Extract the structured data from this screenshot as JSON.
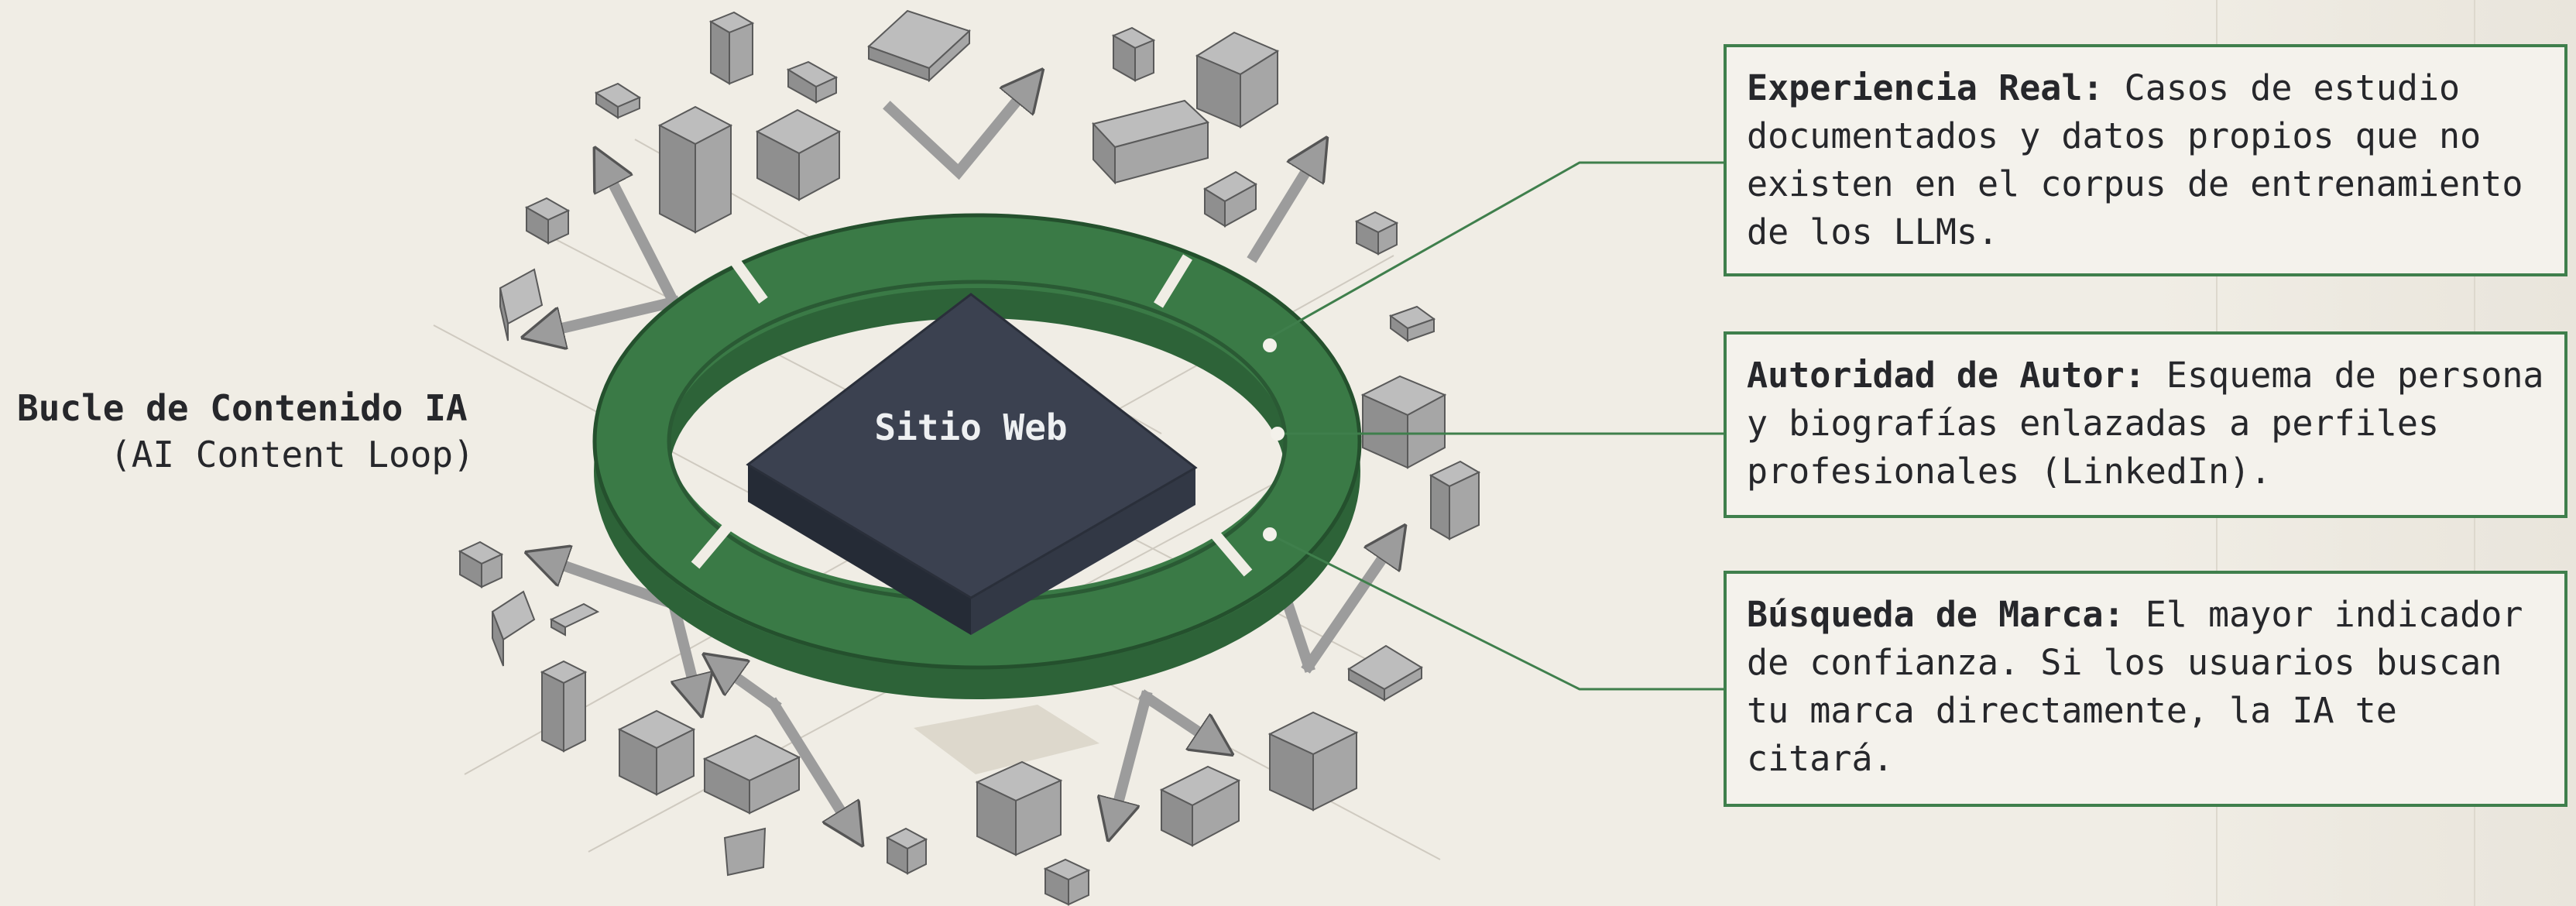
{
  "diagram": {
    "center_label": "Sitio Web",
    "loop_title": "Bucle de Contenido IA",
    "loop_subtitle": "(AI Content Loop)"
  },
  "cards": [
    {
      "heading": "Experiencia Real:",
      "body": "Casos de estudio documentados y datos propios que no existen en el corpus de entrenamiento de los LLMs."
    },
    {
      "heading": "Autoridad de Autor:",
      "body": "Esquema de persona y biografías enlazadas a perfiles profesionales (LinkedIn)."
    },
    {
      "heading": "Búsqueda de Marca:",
      "body": "El mayor indicador de confianza. Si los usuarios buscan tu marca directamente, la IA te citará."
    }
  ],
  "colors": {
    "background": "#f0ede5",
    "ring_green": "#3a7a46",
    "ring_green_dark": "#2d6338",
    "center_block": "#3b4150",
    "debris_gray": "#9c9c9c",
    "connector_green": "#3f7f4c"
  }
}
